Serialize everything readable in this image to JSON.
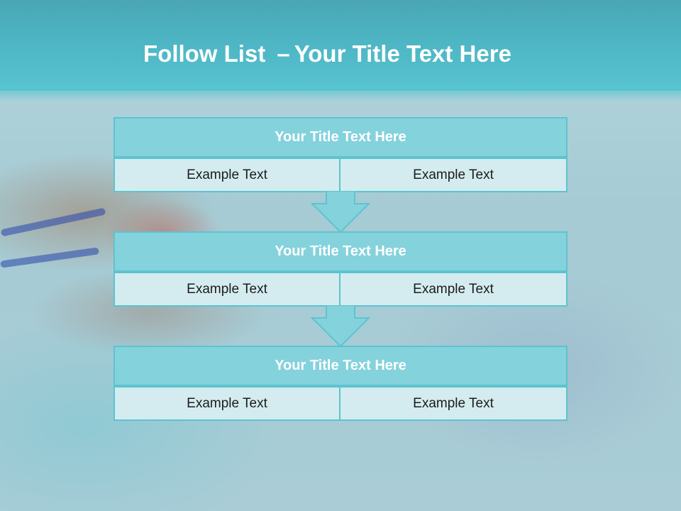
{
  "slide": {
    "title_bold": "Follow List",
    "title_dash": "–",
    "title_rest": "Your Title Text Here"
  },
  "blocks": [
    {
      "title": "Your Title Text Here",
      "left": "Example Text",
      "right": "Example Text"
    },
    {
      "title": "Your Title Text Here",
      "left": "Example Text",
      "right": "Example Text"
    },
    {
      "title": "Your Title Text Here",
      "left": "Example Text",
      "right": "Example Text"
    }
  ],
  "colors": {
    "header": "#4db5c3",
    "block_title_fill": "#84d2dc",
    "block_cell_fill": "#d4ecf0",
    "border": "#5cc4cf",
    "arrow_fill": "#84d2dc"
  },
  "icons": [
    "down-arrow-icon"
  ]
}
